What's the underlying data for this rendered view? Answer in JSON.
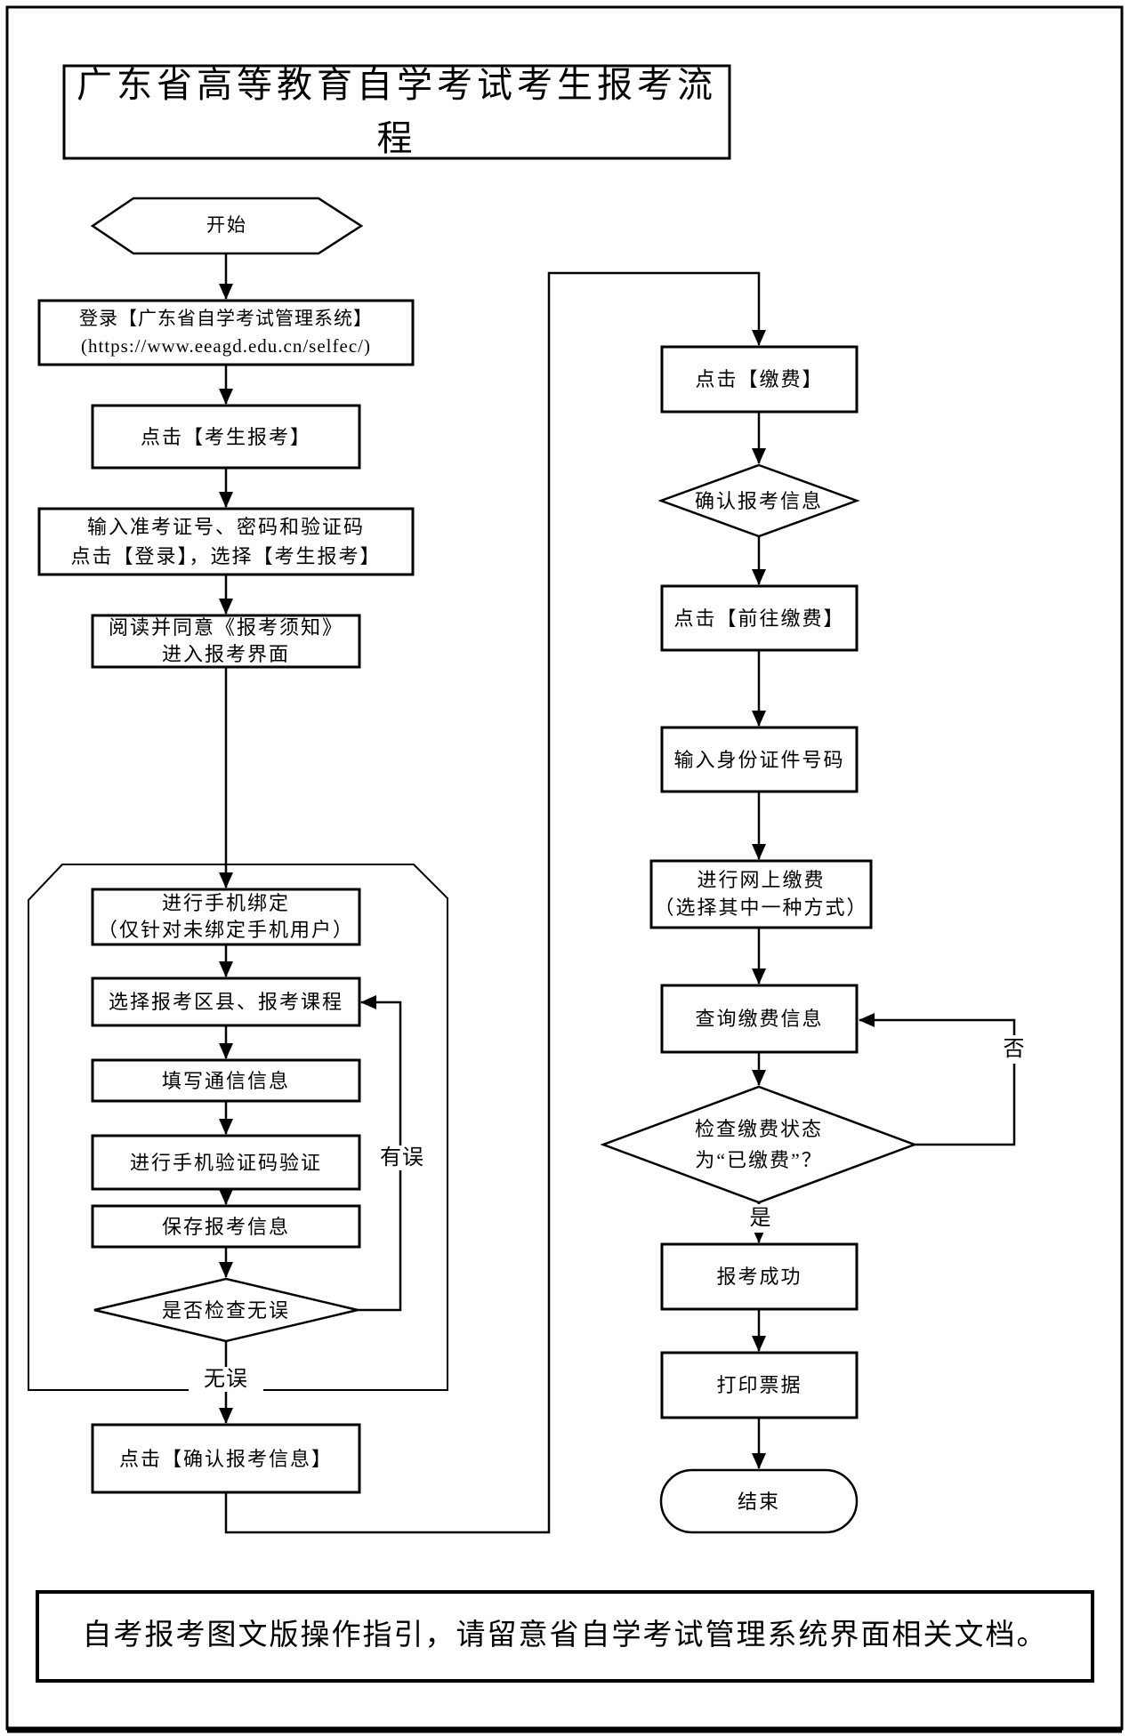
{
  "page": {
    "title": "广东省高等教育自学考试考生报考流程",
    "footer_note": "自考报考图文版操作指引，请留意省自学考试管理系统界面相关文档。"
  },
  "nodes": {
    "start": "开始",
    "login": "登录【广东省自学考试管理系统】\n(https://www.eeagd.edu.cn/selfec/)",
    "click_register": "点击【考生报考】",
    "input_credentials": "输入准考证号、密码和验证码\n点击【登录】，选择【考生报考】",
    "read_notice": "阅读并同意《报考须知》\n进入报考界面",
    "bind_phone": "进行手机绑定\n（仅针对未绑定手机用户）",
    "select_courses": "选择报考区县、报考课程",
    "fill_contact": "填写通信信息",
    "sms_verify": "进行手机验证码验证",
    "save_info": "保存报考信息",
    "check_correct": "是否检查无误",
    "confirm_info": "点击【确认报考信息】",
    "click_pay": "点击【缴费】",
    "confirm_register_info": "确认报考信息",
    "go_pay": "点击【前往缴费】",
    "input_id": "输入身份证件号码",
    "online_pay": "进行网上缴费\n（选择其中一种方式）",
    "query_payment": "查询缴费信息",
    "check_paid": "检查缴费状态\n为“已缴费”？",
    "register_success": "报考成功",
    "print_receipt": "打印票据",
    "end": "结束"
  },
  "edge_labels": {
    "no_error": "无误",
    "error": "有误",
    "yes": "是",
    "no": "否"
  },
  "colors": {
    "stroke": "#000000",
    "background": "#ffffff"
  }
}
